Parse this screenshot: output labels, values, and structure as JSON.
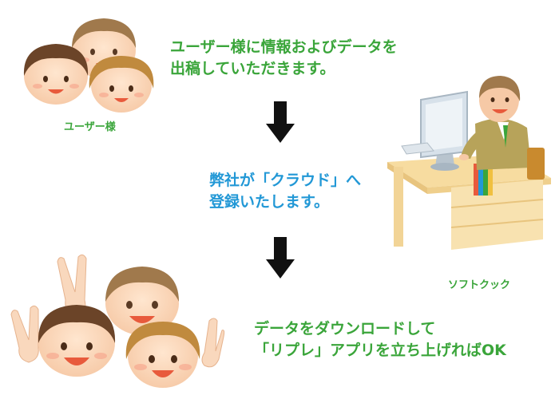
{
  "steps": [
    {
      "lines": [
        "ユーザー様に情報およびデータを",
        "出稿していただきます。"
      ],
      "color": "#3aa53a"
    },
    {
      "lines": [
        "弊社が「クラウド」へ",
        "登録いたします。"
      ],
      "color": "#2298d6"
    },
    {
      "lines": [
        "データをダウンロードして",
        "「リプレ」アプリを立ち上げればOK"
      ],
      "color": "#3aa53a"
    }
  ],
  "labels": {
    "users": "ユーザー様",
    "company": "ソフトクック"
  },
  "colors": {
    "green": "#3aa53a",
    "blue": "#2298d6",
    "arrow": "#111111"
  },
  "icons": [
    "down-arrow-icon",
    "smiling-user-face",
    "office-worker-at-computer",
    "peace-sign-hand"
  ]
}
